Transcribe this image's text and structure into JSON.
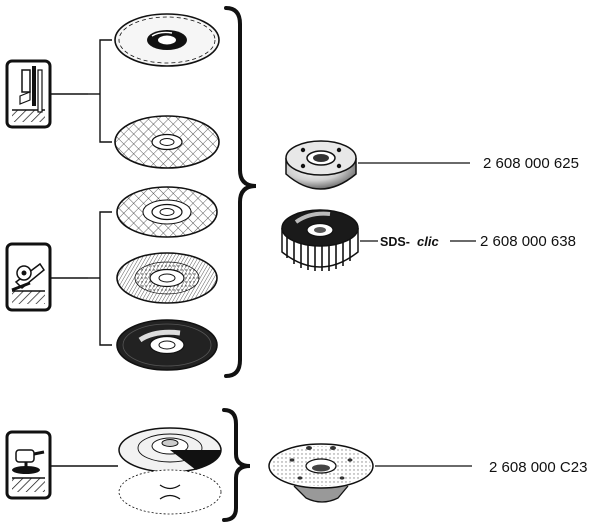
{
  "parts": {
    "clamping_nut_standard": {
      "number": "2 608 000 625"
    },
    "clamping_nut_quick": {
      "brand_prefix": "SDS-",
      "brand_suffix": "clic",
      "number": "2 608 000 638"
    },
    "backing_flange": {
      "number": "2 608 000 C23"
    }
  },
  "icons": [
    "cutting-application-icon",
    "grinding-application-icon",
    "sanding-application-icon"
  ],
  "colors": {
    "line": "#111111",
    "background": "#ffffff",
    "hatch": "#111111"
  }
}
